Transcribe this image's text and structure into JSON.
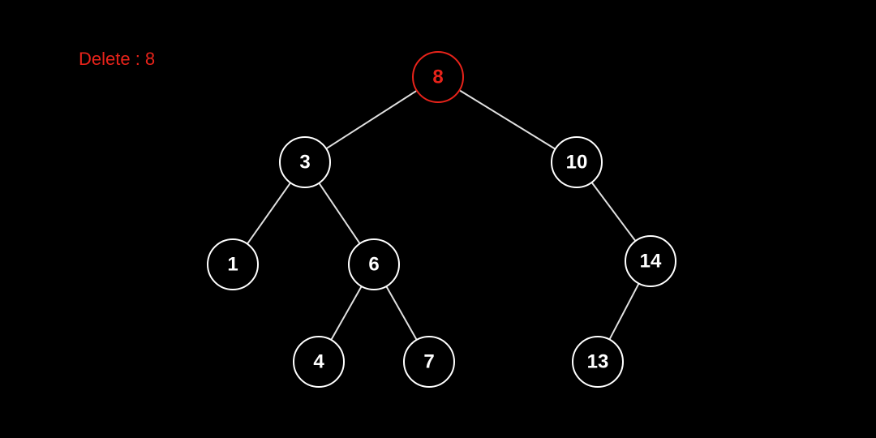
{
  "operation": {
    "label": "Delete : 8"
  },
  "colors": {
    "background": "#000000",
    "node": "#ffffff",
    "edge": "#e0e0e0",
    "highlight": "#e8231a"
  },
  "tree": {
    "nodes": [
      {
        "id": "n8",
        "value": "8",
        "highlighted": true
      },
      {
        "id": "n3",
        "value": "3",
        "highlighted": false
      },
      {
        "id": "n10",
        "value": "10",
        "highlighted": false
      },
      {
        "id": "n1",
        "value": "1",
        "highlighted": false
      },
      {
        "id": "n6",
        "value": "6",
        "highlighted": false
      },
      {
        "id": "n14",
        "value": "14",
        "highlighted": false
      },
      {
        "id": "n4",
        "value": "4",
        "highlighted": false
      },
      {
        "id": "n7",
        "value": "7",
        "highlighted": false
      },
      {
        "id": "n13",
        "value": "13",
        "highlighted": false
      }
    ],
    "edges": [
      {
        "from": "n8",
        "to": "n3"
      },
      {
        "from": "n8",
        "to": "n10"
      },
      {
        "from": "n3",
        "to": "n1"
      },
      {
        "from": "n3",
        "to": "n6"
      },
      {
        "from": "n6",
        "to": "n4"
      },
      {
        "from": "n6",
        "to": "n7"
      },
      {
        "from": "n10",
        "to": "n14"
      },
      {
        "from": "n14",
        "to": "n13"
      }
    ]
  }
}
